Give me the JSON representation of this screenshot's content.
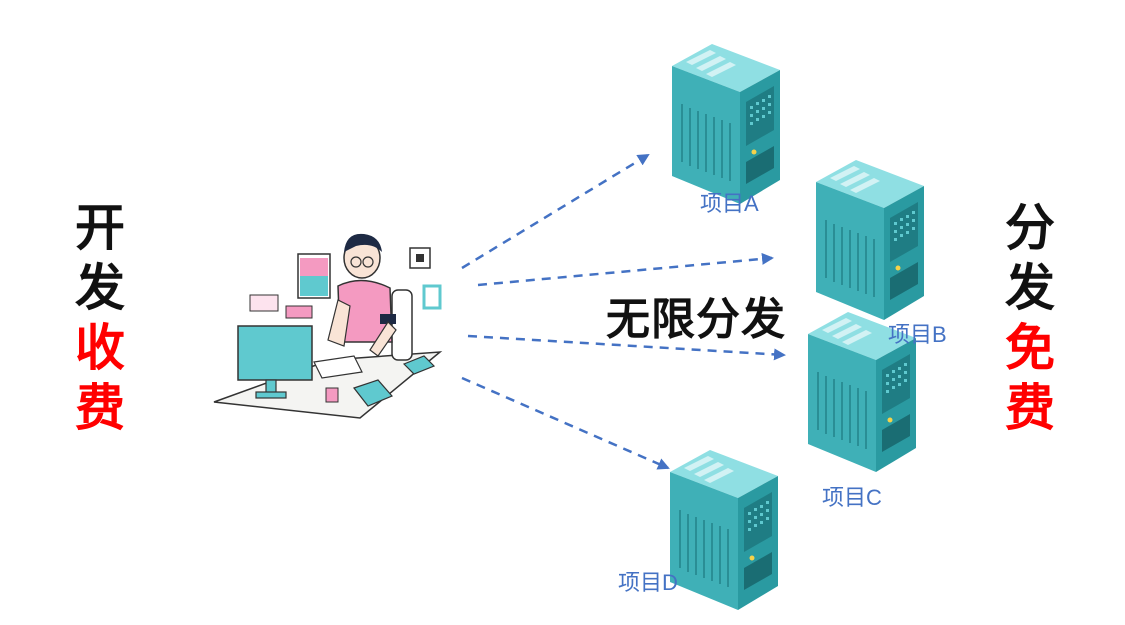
{
  "left_text": {
    "chars": [
      "开",
      "发",
      "收",
      "费"
    ],
    "colors": [
      "#111111",
      "#111111",
      "#ff0000",
      "#ff0000"
    ]
  },
  "right_text": {
    "chars": [
      "分",
      "发",
      "免",
      "费"
    ],
    "colors": [
      "#111111",
      "#111111",
      "#ff0000",
      "#ff0000"
    ]
  },
  "center_label": "无限分发",
  "projects": [
    {
      "label": "项目A"
    },
    {
      "label": "项目B"
    },
    {
      "label": "项目C"
    },
    {
      "label": "项目D"
    }
  ],
  "colors": {
    "arrow": "#4472c4",
    "server_light": "#5fc9cf",
    "server_mid": "#3fb0b7",
    "server_dark": "#2a8e95",
    "accent_red": "#ff0000",
    "accent_pink": "#f49ac1"
  },
  "icons": [
    "developer-illustration",
    "server-icon"
  ]
}
